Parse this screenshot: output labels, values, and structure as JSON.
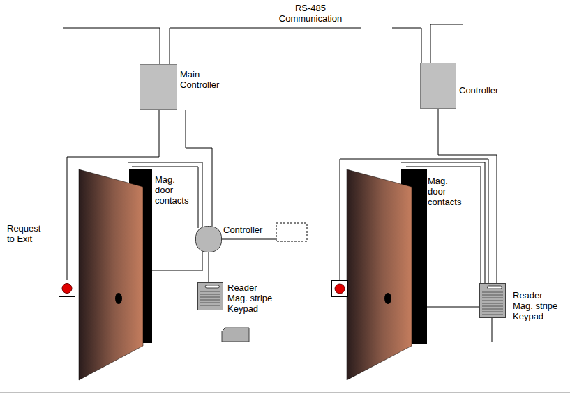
{
  "diagram": {
    "nodes": [
      {
        "text": [
          "Main Controller"
        ]
      },
      {
        "text": [
          "Controller"
        ]
      },
      {
        "text": [
          "Controller"
        ]
      },
      {
        "text": [
          "Request to Exit"
        ]
      },
      {
        "text": [
          "Reader Mag. stripe Keypad"
        ]
      },
      {
        "text": [
          "Reader Mag. stripe Keypad"
        ]
      }
    ],
    "edges": [
      {
        "from": 0,
        "to": 2,
        "arrow": "none"
      },
      {
        "from": 0,
        "to": 3,
        "arrow": "none"
      },
      {
        "from": 2,
        "to": 4,
        "arrow": "none"
      },
      {
        "from": 1,
        "to": 5,
        "arrow": "none"
      }
    ],
    "labels": [
      "RS-485 Communication",
      "Mag. door contacts",
      "Mag. door contacts"
    ]
  }
}
